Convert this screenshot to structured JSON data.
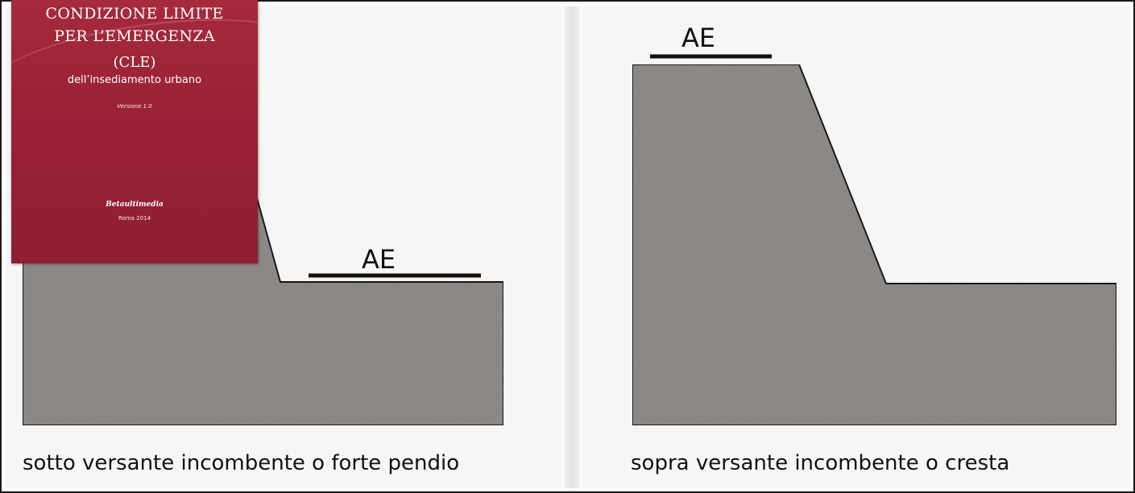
{
  "cover": {
    "title_line1": "CONDIZIONE LIMITE",
    "title_line2": "PER L’EMERGENZA",
    "acronym": "(CLE)",
    "subtitle": "dell’insediamento urbano",
    "version": "Versione 1.0",
    "publisher": "Betaultimedia",
    "place_year": "Roma 2014"
  },
  "diagrams": {
    "left": {
      "label": "AE",
      "caption": "sotto versante incombente o forte pendio"
    },
    "right": {
      "label": "AE",
      "caption": "sopra versante incombente o cresta"
    }
  },
  "colors": {
    "terrain": "#8f8c8a",
    "cover": "#9b2236",
    "outline": "#1a1a1a"
  }
}
